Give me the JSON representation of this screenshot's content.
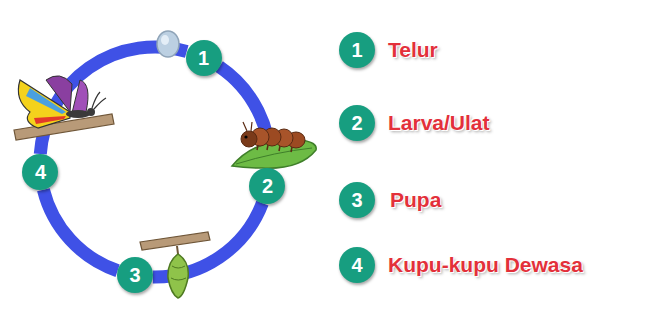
{
  "diagram": {
    "nodes": [
      {
        "text": [
          "1"
        ]
      },
      {
        "text": [
          "2"
        ]
      },
      {
        "text": [
          "3"
        ]
      },
      {
        "text": [
          "4"
        ]
      },
      {
        "text": [
          "1"
        ]
      },
      {
        "text": [
          "2"
        ]
      },
      {
        "text": [
          "3"
        ]
      },
      {
        "text": [
          "4"
        ]
      }
    ],
    "edges": [
      {
        "from": 0,
        "to": 1,
        "arrow": "none"
      },
      {
        "from": 1,
        "to": 2,
        "arrow": "none"
      },
      {
        "from": 2,
        "to": 3,
        "arrow": "none"
      },
      {
        "from": 3,
        "to": 0,
        "arrow": "none"
      }
    ],
    "labels": [
      "Telur",
      "Larva/Ulat",
      "Pupa",
      "Kupu-kupu Dewasa"
    ]
  }
}
